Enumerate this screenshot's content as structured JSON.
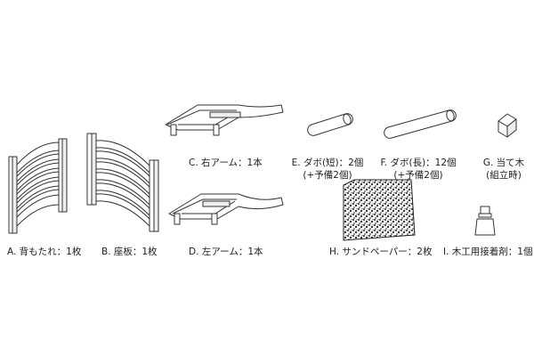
{
  "parts": [
    {
      "id": "A",
      "label": "A. 背もたれ：1枚",
      "icon": "backrest-panel-icon"
    },
    {
      "id": "B",
      "label": "B. 座板：1枚",
      "icon": "seat-board-icon"
    },
    {
      "id": "C",
      "label": "C. 右アーム：1本",
      "icon": "right-arm-icon"
    },
    {
      "id": "D",
      "label": "D. 左アーム：1本",
      "icon": "left-arm-icon"
    },
    {
      "id": "E",
      "label_line1": "E. ダボ(短)：2個",
      "label_line2": "(+予備2個)",
      "icon": "short-dowel-icon"
    },
    {
      "id": "F",
      "label_line1": "F. ダボ(長)：12個",
      "label_line2": "(+予備2個)",
      "icon": "long-dowel-icon"
    },
    {
      "id": "G",
      "label_line1": "G. 当て木",
      "label_line2": "(組立時)",
      "icon": "wood-block-icon"
    },
    {
      "id": "H",
      "label": "H. サンドペーパー：2枚",
      "icon": "sandpaper-icon"
    },
    {
      "id": "I",
      "label": "I. 木工用接着剤：1個",
      "icon": "glue-bottle-icon"
    }
  ]
}
